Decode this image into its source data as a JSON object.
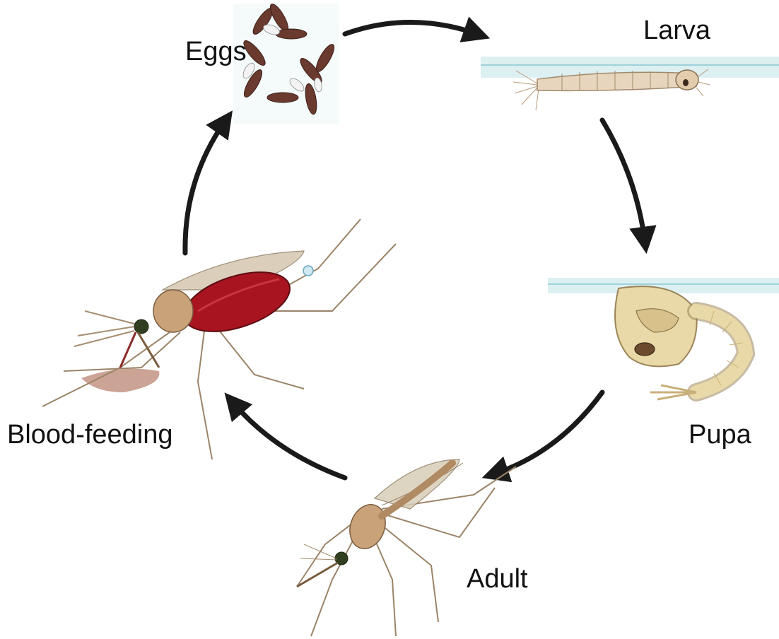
{
  "stages": {
    "eggs": "Eggs",
    "larva": "Larva",
    "pupa": "Pupa",
    "adult": "Adult",
    "blood_feeding": "Blood-feeding"
  },
  "colors": {
    "arrow": "#1a1a1a",
    "water": "#bfe3e8",
    "body_tan": "#c9a27a",
    "blood_red": "#a8141f",
    "egg_brown": "#6b3a2e",
    "pupa_cream": "#e9d9a8"
  }
}
